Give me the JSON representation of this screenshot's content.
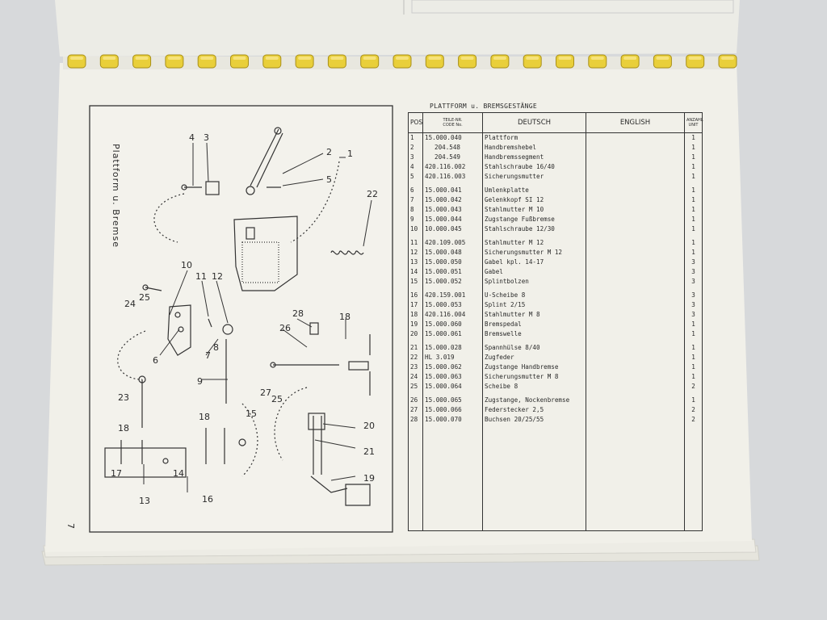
{
  "page": {
    "diagram_title": "Plattform u. Bremse",
    "page_number": "7",
    "table_title": "PLATTFORM u. BREMSGESTÄNGE"
  },
  "table": {
    "headers": {
      "pos": "POS",
      "code_line1": "TEILE-NR.",
      "code_line2": "CODE No.",
      "deutsch": "DEUTSCH",
      "english": "ENGLISH",
      "qty_line1": "ANZAHL",
      "qty_line2": "UNIT"
    },
    "groups": [
      [
        {
          "pos": "1",
          "code": "15.000.040",
          "name": "Plattform",
          "qty": "1"
        },
        {
          "pos": "2",
          "code": "204.548",
          "name": "Handbremshebel",
          "qty": "1"
        },
        {
          "pos": "3",
          "code": "204.549",
          "name": "Handbremssegment",
          "qty": "1"
        },
        {
          "pos": "4",
          "code": "420.116.002",
          "name": "Stahlschraube 16/40",
          "qty": "1"
        },
        {
          "pos": "5",
          "code": "420.116.003",
          "name": "Sicherungsmutter",
          "qty": "1"
        }
      ],
      [
        {
          "pos": "6",
          "code": "15.000.041",
          "name": "Umlenkplatte",
          "qty": "1"
        },
        {
          "pos": "7",
          "code": "15.000.042",
          "name": "Gelenkkopf SI 12",
          "qty": "1"
        },
        {
          "pos": "8",
          "code": "15.000.043",
          "name": "Stahlmutter M 10",
          "qty": "1"
        },
        {
          "pos": "9",
          "code": "15.000.044",
          "name": "Zugstange Fußbremse",
          "qty": "1"
        },
        {
          "pos": "10",
          "code": "10.000.045",
          "name": "Stahlschraube 12/30",
          "qty": "1"
        }
      ],
      [
        {
          "pos": "11",
          "code": "420.109.005",
          "name": "Stahlmutter M 12",
          "qty": "1"
        },
        {
          "pos": "12",
          "code": "15.000.048",
          "name": "Sicherungsmutter M 12",
          "qty": "1"
        },
        {
          "pos": "13",
          "code": "15.000.050",
          "name": "Gabel kpl. 14-17",
          "qty": "3"
        },
        {
          "pos": "14",
          "code": "15.000.051",
          "name": "Gabel",
          "qty": "3"
        },
        {
          "pos": "15",
          "code": "15.000.052",
          "name": "Splintbolzen",
          "qty": "3"
        }
      ],
      [
        {
          "pos": "16",
          "code": "420.159.001",
          "name": "U-Scheibe 8",
          "qty": "3"
        },
        {
          "pos": "17",
          "code": "15.000.053",
          "name": "Splint 2/15",
          "qty": "3"
        },
        {
          "pos": "18",
          "code": "420.116.004",
          "name": "Stahlmutter M 8",
          "qty": "3"
        },
        {
          "pos": "19",
          "code": "15.000.060",
          "name": "Bremspedal",
          "qty": "1"
        },
        {
          "pos": "20",
          "code": "15.000.061",
          "name": "Bremswelle",
          "qty": "1"
        }
      ],
      [
        {
          "pos": "21",
          "code": "15.000.028",
          "name": "Spannhülse 8/40",
          "qty": "1"
        },
        {
          "pos": "22",
          "code": "HL 3.019",
          "name": "Zugfeder",
          "qty": "1"
        },
        {
          "pos": "23",
          "code": "15.000.062",
          "name": "Zugstange Handbremse",
          "qty": "1"
        },
        {
          "pos": "24",
          "code": "15.000.063",
          "name": "Sicherungsmutter M 8",
          "qty": "1"
        },
        {
          "pos": "25",
          "code": "15.000.064",
          "name": "Scheibe 8",
          "qty": "2"
        }
      ],
      [
        {
          "pos": "26",
          "code": "15.000.065",
          "name": "Zugstange, Nockenbremse",
          "qty": "1"
        },
        {
          "pos": "27",
          "code": "15.000.066",
          "name": "Federstecker 2,5",
          "qty": "2"
        },
        {
          "pos": "28",
          "code": "15.000.070",
          "name": "Buchsen 20/25/55",
          "qty": "2"
        }
      ]
    ]
  },
  "callouts": [
    "1",
    "2",
    "3",
    "4",
    "5",
    "6",
    "7",
    "8",
    "9",
    "10",
    "11",
    "12",
    "13",
    "14",
    "15",
    "16",
    "17",
    "18",
    "18",
    "18",
    "19",
    "20",
    "21",
    "22",
    "23",
    "24",
    "25",
    "25",
    "26",
    "27",
    "28"
  ]
}
